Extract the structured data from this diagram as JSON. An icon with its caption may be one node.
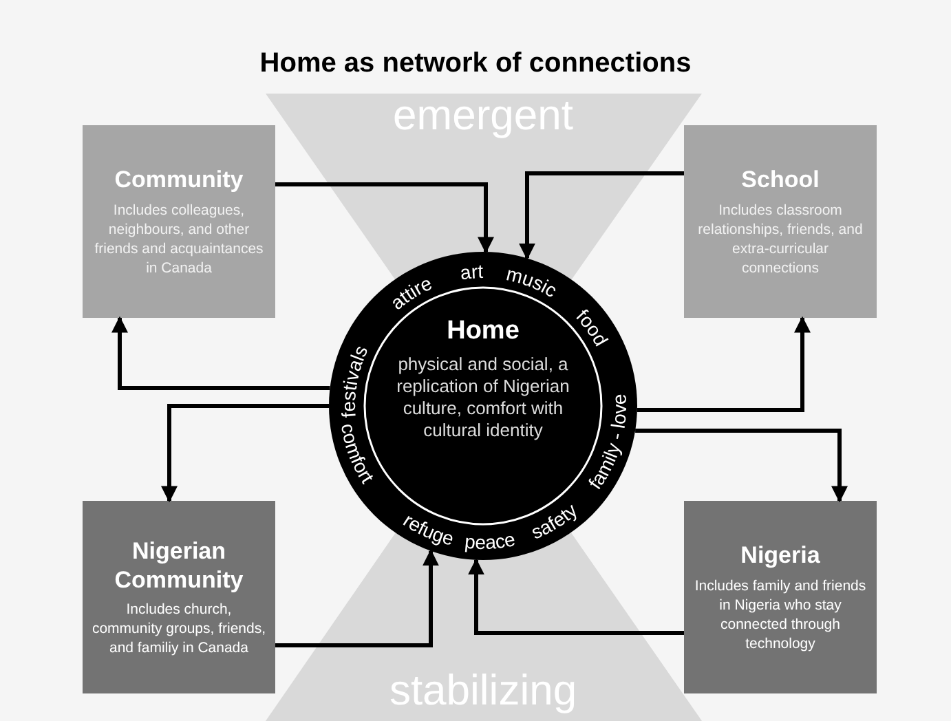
{
  "diagram": {
    "title": "Home as network of connections",
    "nodes": [
      {
        "text": [
          "Community",
          "Includes colleagues, neighbours, and other friends and acquaintances in Canada"
        ]
      },
      {
        "text": [
          "School",
          "Includes classroom relationships, friends, and extra-curricular connections"
        ]
      },
      {
        "text": [
          "Home",
          "physical and social, a replication of Nigerian culture, comfort with cultural identity"
        ]
      },
      {
        "text": [
          "Nigerian Community",
          "Includes church, community groups, friends, and familiy in Canada"
        ]
      },
      {
        "text": [
          "Nigeria",
          "Includes family and friends in Nigeria who stay connected through technology"
        ]
      }
    ],
    "edges": [
      {
        "from": 0,
        "to": 2,
        "arrow": "to"
      },
      {
        "from": 1,
        "to": 2,
        "arrow": "to"
      },
      {
        "from": 2,
        "to": 0,
        "arrow": "to"
      },
      {
        "from": 2,
        "to": 3,
        "arrow": "to"
      },
      {
        "from": 2,
        "to": 1,
        "arrow": "to"
      },
      {
        "from": 2,
        "to": 4,
        "arrow": "to"
      },
      {
        "from": 3,
        "to": 2,
        "arrow": "to"
      },
      {
        "from": 4,
        "to": 2,
        "arrow": "to"
      }
    ],
    "labels": [
      "emergent",
      "festivals",
      "attire",
      "art",
      "music",
      "food",
      "comfort",
      "refuge",
      "peace",
      "safety",
      "family - love",
      "stabilizing"
    ]
  }
}
